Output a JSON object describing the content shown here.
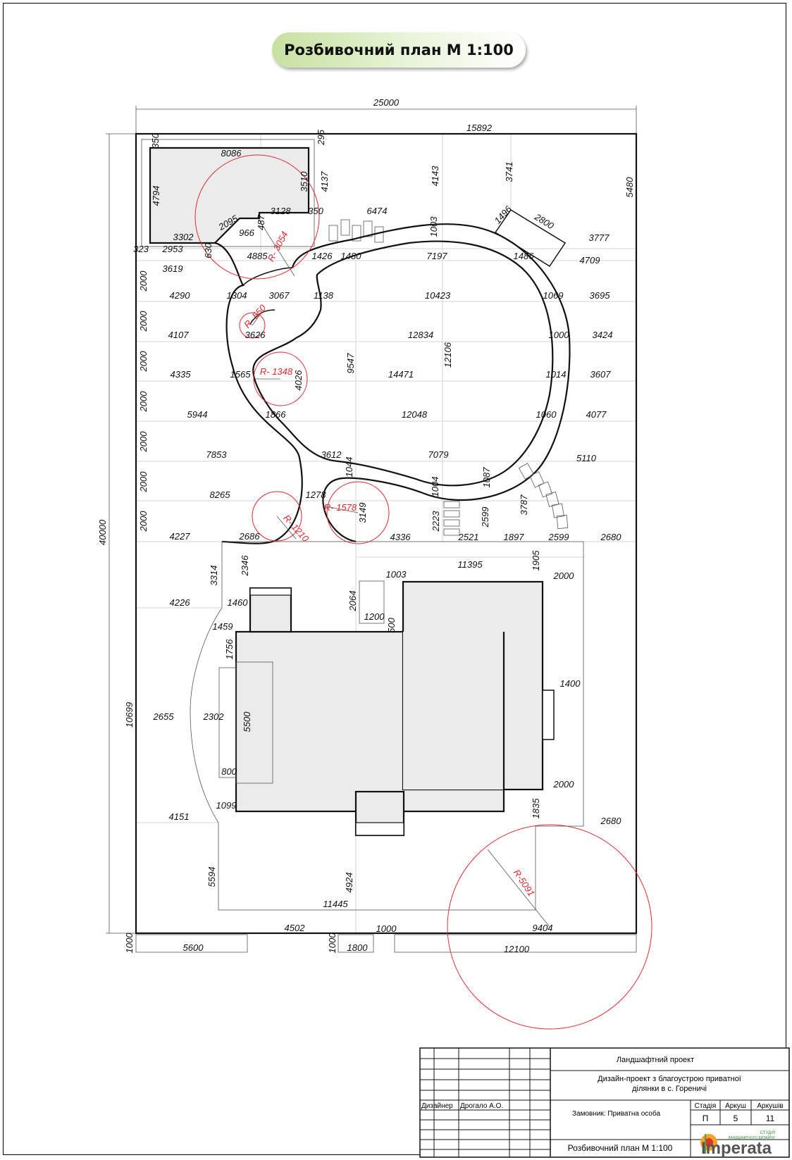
{
  "title": "Розбивочний план М 1:100",
  "colors": {
    "accent_red": "#e0282e",
    "fill_gray": "#ebebeb",
    "pill_green": "#c7e0a0"
  },
  "dimensions": {
    "total_width": "25000",
    "top_right_width": "15892",
    "total_height": "40000",
    "house_zone_height": "10699",
    "bottom_left_height": "5594",
    "d_350a": "350",
    "d_295": "295",
    "d_8086": "8086",
    "d_4794": "4794",
    "d_3510": "3510",
    "d_4137": "4137",
    "d_4143": "4143",
    "d_3741": "3741",
    "d_5480": "5480",
    "d_3128": "3128",
    "d_350b": "350",
    "d_6474": "6474",
    "d_1496": "1496",
    "d_2800": "2800",
    "d_3777": "3777",
    "d_487": "487",
    "d_2095": "2095",
    "d_966": "966",
    "d_3302": "3302",
    "d_323": "323",
    "d_2953": "2953",
    "d_630": "630",
    "d_1003a": "1003",
    "d_4885": "4885",
    "d_1426": "1426",
    "d_1480": "1480",
    "d_7197": "7197",
    "d_1486": "1486",
    "d_4709": "4709",
    "d_3619": "3619",
    "d_2000_1": "2000",
    "d_4290": "4290",
    "d_1304": "1304",
    "d_3067": "3067",
    "d_1138": "1138",
    "d_10423": "10423",
    "d_1069": "1069",
    "d_3695": "3695",
    "d_2000_2": "2000",
    "d_4107": "4107",
    "d_3626": "3626",
    "d_12834": "12834",
    "d_1000": "1000",
    "d_3424": "3424",
    "d_2000_3": "2000",
    "d_4335": "4335",
    "d_1565": "1565",
    "d_4026": "4026",
    "d_9547": "9547",
    "d_14471": "14471",
    "d_12106": "12106",
    "d_1014": "1014",
    "d_3607": "3607",
    "d_2000_4": "2000",
    "d_5944": "5944",
    "d_1866": "1866",
    "d_12048": "12048",
    "d_1060": "1060",
    "d_4077": "4077",
    "d_2000_5": "2000",
    "d_7853": "7853",
    "d_3612": "3612",
    "d_7079": "7079",
    "d_5110": "5110",
    "d_1044": "1044",
    "d_2000_6": "2000",
    "d_8265": "8265",
    "d_1278": "1278",
    "d_1004": "1004",
    "d_1087": "1087",
    "d_3149": "3149",
    "d_2223": "2223",
    "d_2599a": "2599",
    "d_3787": "3787",
    "d_2000_7": "2000",
    "d_4227": "4227",
    "d_2686": "2686",
    "d_4336": "4336",
    "d_2521": "2521",
    "d_1897": "1897",
    "d_2599b": "2599",
    "d_2680a": "2680",
    "d_2346": "2346",
    "d_3314": "3314",
    "d_11395": "11395",
    "d_1905": "1905",
    "d_1003b": "1003",
    "d_2000_8": "2000",
    "d_4226": "4226",
    "d_1460": "1460",
    "d_2064": "2064",
    "d_1200": "1200",
    "d_500": "500",
    "d_1459": "1459",
    "d_1756": "1756",
    "d_1400": "1400",
    "d_2655": "2655",
    "d_2302": "2302",
    "d_5500": "5500",
    "d_800": "800",
    "d_2000_9": "2000",
    "d_1099": "1099",
    "d_1835": "1835",
    "d_4151": "4151",
    "d_2680b": "2680",
    "d_4924": "4924",
    "d_11445": "11445",
    "d_4502": "4502",
    "d_1000b": "1000",
    "d_9404": "9404",
    "d_1000c": "1000",
    "d_5600": "5600",
    "d_1000d": "1000",
    "d_1800": "1800",
    "d_12100": "12100"
  },
  "radii": {
    "r_3054": "R- 3054",
    "r_550": "R- 550",
    "r_1348": "R- 1348",
    "r_1578": "R- 1578",
    "r_1210": "R- 1210",
    "r_5091": "R-5091"
  },
  "title_block": {
    "project_type": "Ландшафтний проект",
    "project_name_line1": "Дизайн-проект з благоустрою приватної",
    "project_name_line2": "ділянки в с. Гореничі",
    "designer_label": "Дизайнер",
    "designer_name": "Дрогало А.О.",
    "customer": "Замовник: Приватна особа",
    "stage_label": "Стадія",
    "sheet_label": "Аркуш",
    "sheets_label": "Аркушів",
    "stage_value": "П",
    "sheet_value": "5",
    "sheets_value": "11",
    "drawing_name": "Розбивочний план  М 1:100",
    "logo_text": "Imperata",
    "logo_subtitle_line1": "СТУДІЯ",
    "logo_subtitle_line2": "ЛАНДШАФТНОГО ДИЗАЙНУ"
  }
}
